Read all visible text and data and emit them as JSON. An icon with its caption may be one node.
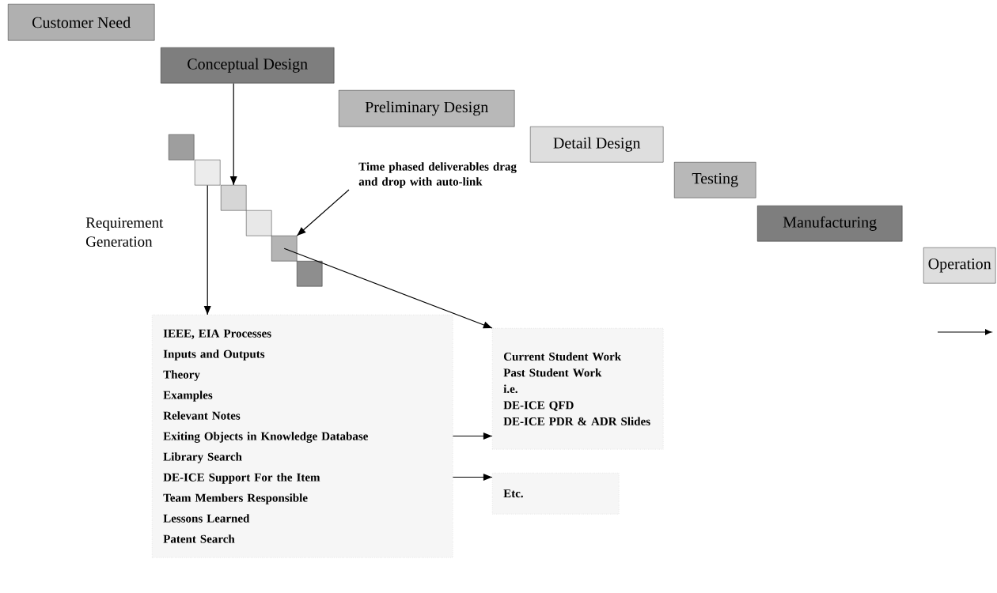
{
  "diagram": {
    "nodes": [
      {
        "text": [
          "Customer Need"
        ]
      },
      {
        "text": [
          "Conceptual Design"
        ]
      },
      {
        "text": [
          "Preliminary Design"
        ]
      },
      {
        "text": [
          "Detail Design"
        ]
      },
      {
        "text": [
          "Testing"
        ]
      },
      {
        "text": [
          "Manufacturing"
        ]
      },
      {
        "text": [
          "Operation"
        ]
      },
      {
        "text": [],
        "shape": "box"
      },
      {
        "text": [],
        "shape": "box"
      },
      {
        "text": [],
        "shape": "box"
      },
      {
        "text": [],
        "shape": "box"
      },
      {
        "text": [],
        "shape": "box"
      },
      {
        "text": [],
        "shape": "box"
      },
      {
        "text": [
          "Time phased deliverables drag and drop with auto-link"
        ]
      },
      {
        "text": [
          "IEEE, EIA Processes",
          "Inputs and Outputs",
          "Theory",
          "Examples",
          "Relevant Notes",
          "Exiting Objects in Knowledge Database",
          "Library Search",
          "DE-ICE Support For the Item",
          "Team Members Responsible",
          "Lessons Learned",
          "Patent Search"
        ]
      },
      {
        "text": [
          "Current Student Work",
          "Past Student Work",
          "i.e.",
          "DE-ICE QFD",
          "DE-ICE PDR & ADR Slides"
        ]
      },
      {
        "text": [
          "Etc."
        ]
      }
    ],
    "edges": [
      {
        "from": 1,
        "to": 9,
        "arrow": "to"
      },
      {
        "from": 8,
        "to": 14,
        "arrow": "to"
      },
      {
        "from": 13,
        "to": 11,
        "arrow": "to"
      },
      {
        "from": 11,
        "to": 15,
        "arrow": "to"
      },
      {
        "from": 14,
        "to": 15,
        "arrow": "to"
      },
      {
        "from": 14,
        "to": 16,
        "arrow": "to"
      }
    ],
    "labels": [
      "Requirement Generation"
    ]
  }
}
